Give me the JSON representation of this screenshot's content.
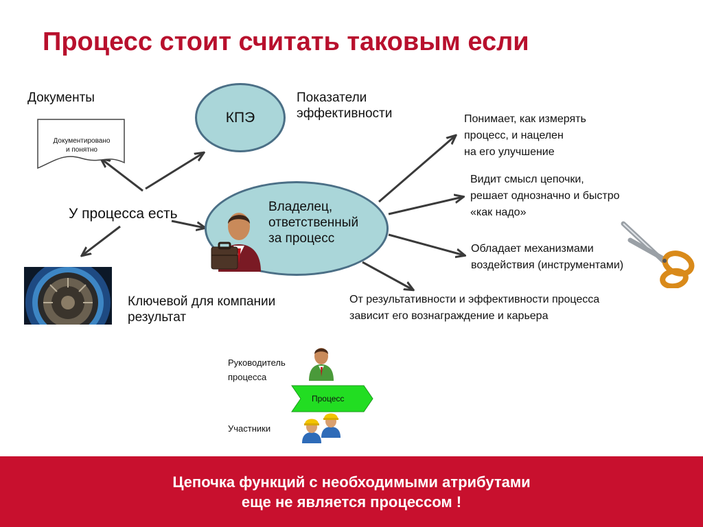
{
  "slide": {
    "title": "Процесс стоит считать таковым если",
    "documents_label": "Документы",
    "document_shape_text": [
      "Документировано",
      "и понятно"
    ],
    "kpe_label": "КПЭ",
    "indicators_label": [
      "Показатели",
      "эффективности"
    ],
    "has_label": "У процесса есть",
    "owner_label": [
      "Владелец,",
      "ответственный",
      "за процесс"
    ],
    "key_result_label": [
      "Ключевой для компании",
      "результат"
    ],
    "right_points": [
      [
        "Понимает, как измерять",
        "процесс, и нацелен",
        "на его улучшение"
      ],
      [
        "Видит смысл цепочки,",
        "решает однозначно и быстро",
        "«как надо»"
      ],
      [
        "Обладает механизмами",
        "воздействия (инструментами)"
      ]
    ],
    "reward_label": [
      "От результативности и эффективности процесса",
      "зависит его вознаграждение и карьера"
    ],
    "legend": {
      "leader_label": [
        "Руководитель",
        "процесса"
      ],
      "process_label": "Процесс",
      "participants_label": "Участники"
    },
    "bottom_banner": [
      "Цепочка функций с необходимыми атрибутами",
      "еще не является процессом !"
    ]
  },
  "colors": {
    "title": "#b8102d",
    "ellipse_fill": "#aad6d9",
    "ellipse_border": "#4b6f86",
    "arrow": "#3a3a3a",
    "process_chevron": "#22dd22",
    "banner": "#c8102e"
  },
  "icons": [
    "document-shape",
    "businessman-icon",
    "briefcase-icon",
    "scissors-icon",
    "machine-photo",
    "leader-person-icon",
    "participants-workers-icon",
    "process-chevron"
  ]
}
